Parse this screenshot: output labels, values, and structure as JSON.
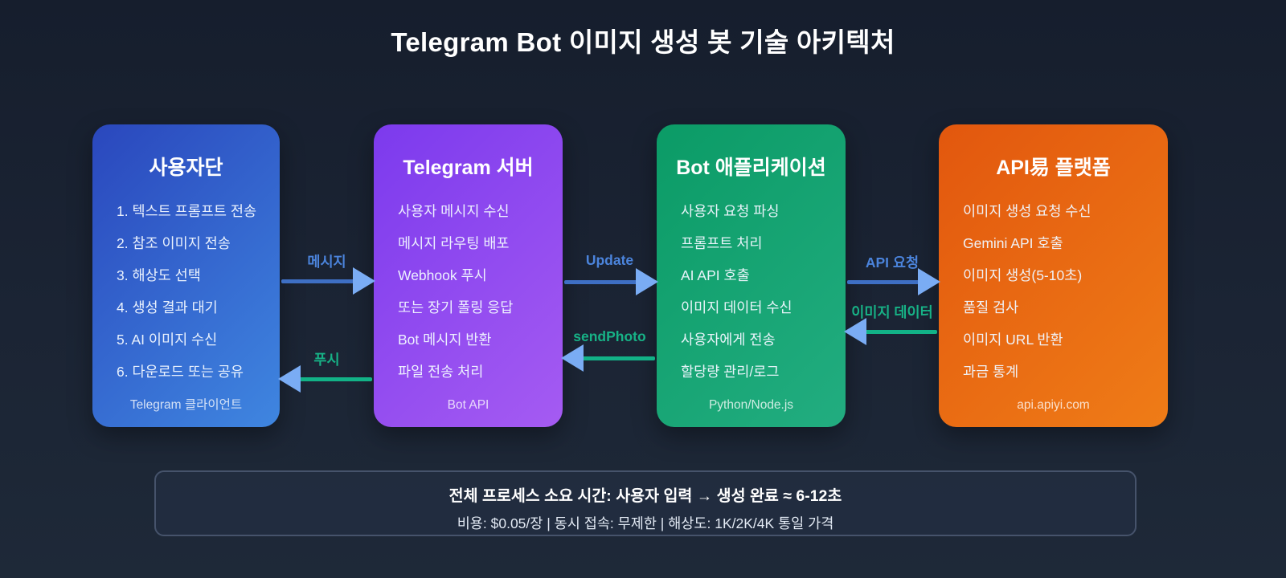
{
  "page": {
    "title": "Telegram Bot 이미지 생성 봇 기술 아키텍처",
    "background": "#1b2434"
  },
  "nodes": [
    {
      "title": "사용자단",
      "items": [
        "1. 텍스트 프롬프트 전송",
        "2. 참조 이미지 전송",
        "3. 해상도 선택",
        "4. 생성 결과 대기",
        "5. AI 이미지 수신",
        "6. 다운로드 또는 공유"
      ],
      "footer": "Telegram 클라이언트",
      "gradient_from": "#2a47bd",
      "gradient_to": "#3f86e0"
    },
    {
      "title": "Telegram 서버",
      "items": [
        "사용자 메시지 수신",
        "메시지 라우팅 배포",
        "Webhook 푸시",
        "또는 장기 폴링 응답",
        "Bot 메시지 반환",
        "파일 전송 처리"
      ],
      "footer": "Bot API",
      "gradient_from": "#7c3aed",
      "gradient_to": "#a55bf2"
    },
    {
      "title": "Bot 애플리케이션",
      "items": [
        "사용자 요청 파싱",
        "프롬프트 처리",
        "AI API 호출",
        "이미지 데이터 수신",
        "사용자에게 전송",
        "할당량 관리/로그"
      ],
      "footer": "Python/Node.js",
      "gradient_from": "#0b9b66",
      "gradient_to": "#22ad80"
    },
    {
      "title": "API易 플랫폼",
      "items": [
        "이미지 생성 요청 수신",
        "Gemini API 호출",
        "이미지 생성(5-10초)",
        "품질 검사",
        "이미지 URL 반환",
        "과금 통계"
      ],
      "footer": "api.apiyi.com",
      "gradient_from": "#e2570e",
      "gradient_to": "#ef7c17"
    }
  ],
  "arrows": [
    {
      "label": "메시지",
      "direction": "right"
    },
    {
      "label": "푸시",
      "direction": "left"
    },
    {
      "label": "Update",
      "direction": "right"
    },
    {
      "label": "sendPhoto",
      "direction": "left"
    },
    {
      "label": "API 요청",
      "direction": "right"
    },
    {
      "label": "이미지 데이터",
      "direction": "left"
    }
  ],
  "colors": {
    "request_line": "#3e6fc4",
    "response_line": "#12b287",
    "arrowhead": "#7aacf4",
    "request_label": "#4b84dc",
    "response_label": "#17b286",
    "summary_border": "#46536b"
  },
  "summary": {
    "line1": "전체 프로세스 소요 시간: 사용자 입력 → 생성 완료 ≈ 6-12초",
    "line2": "비용: $0.05/장 | 동시 접속: 무제한 | 해상도: 1K/2K/4K 통일 가격"
  }
}
